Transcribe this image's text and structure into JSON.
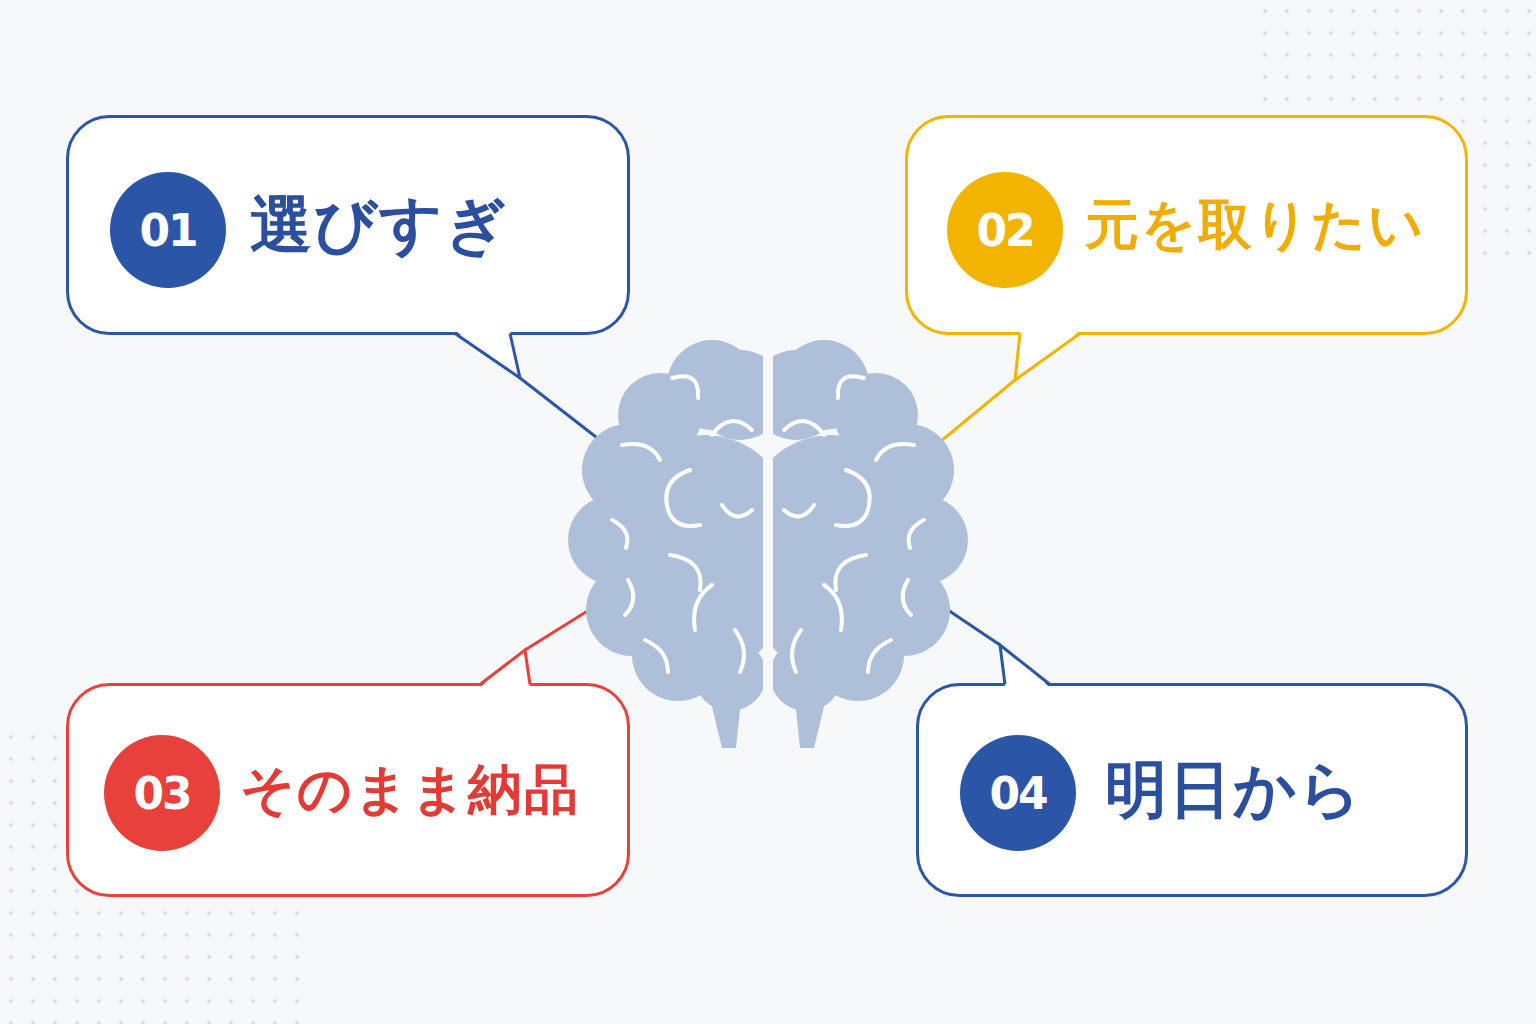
{
  "diagram": {
    "nodes": [
      {
        "text": [
          "選びすぎ"
        ]
      },
      {
        "text": [
          "01"
        ],
        "in": 0
      },
      {
        "text": [
          "元を取りたい"
        ]
      },
      {
        "text": [
          "02"
        ],
        "in": 2
      },
      {
        "text": [
          "そのまま納品"
        ]
      },
      {
        "text": [
          "03"
        ],
        "in": 4
      },
      {
        "text": [
          "明日から"
        ]
      },
      {
        "text": [
          "04"
        ],
        "in": 6
      }
    ]
  }
}
